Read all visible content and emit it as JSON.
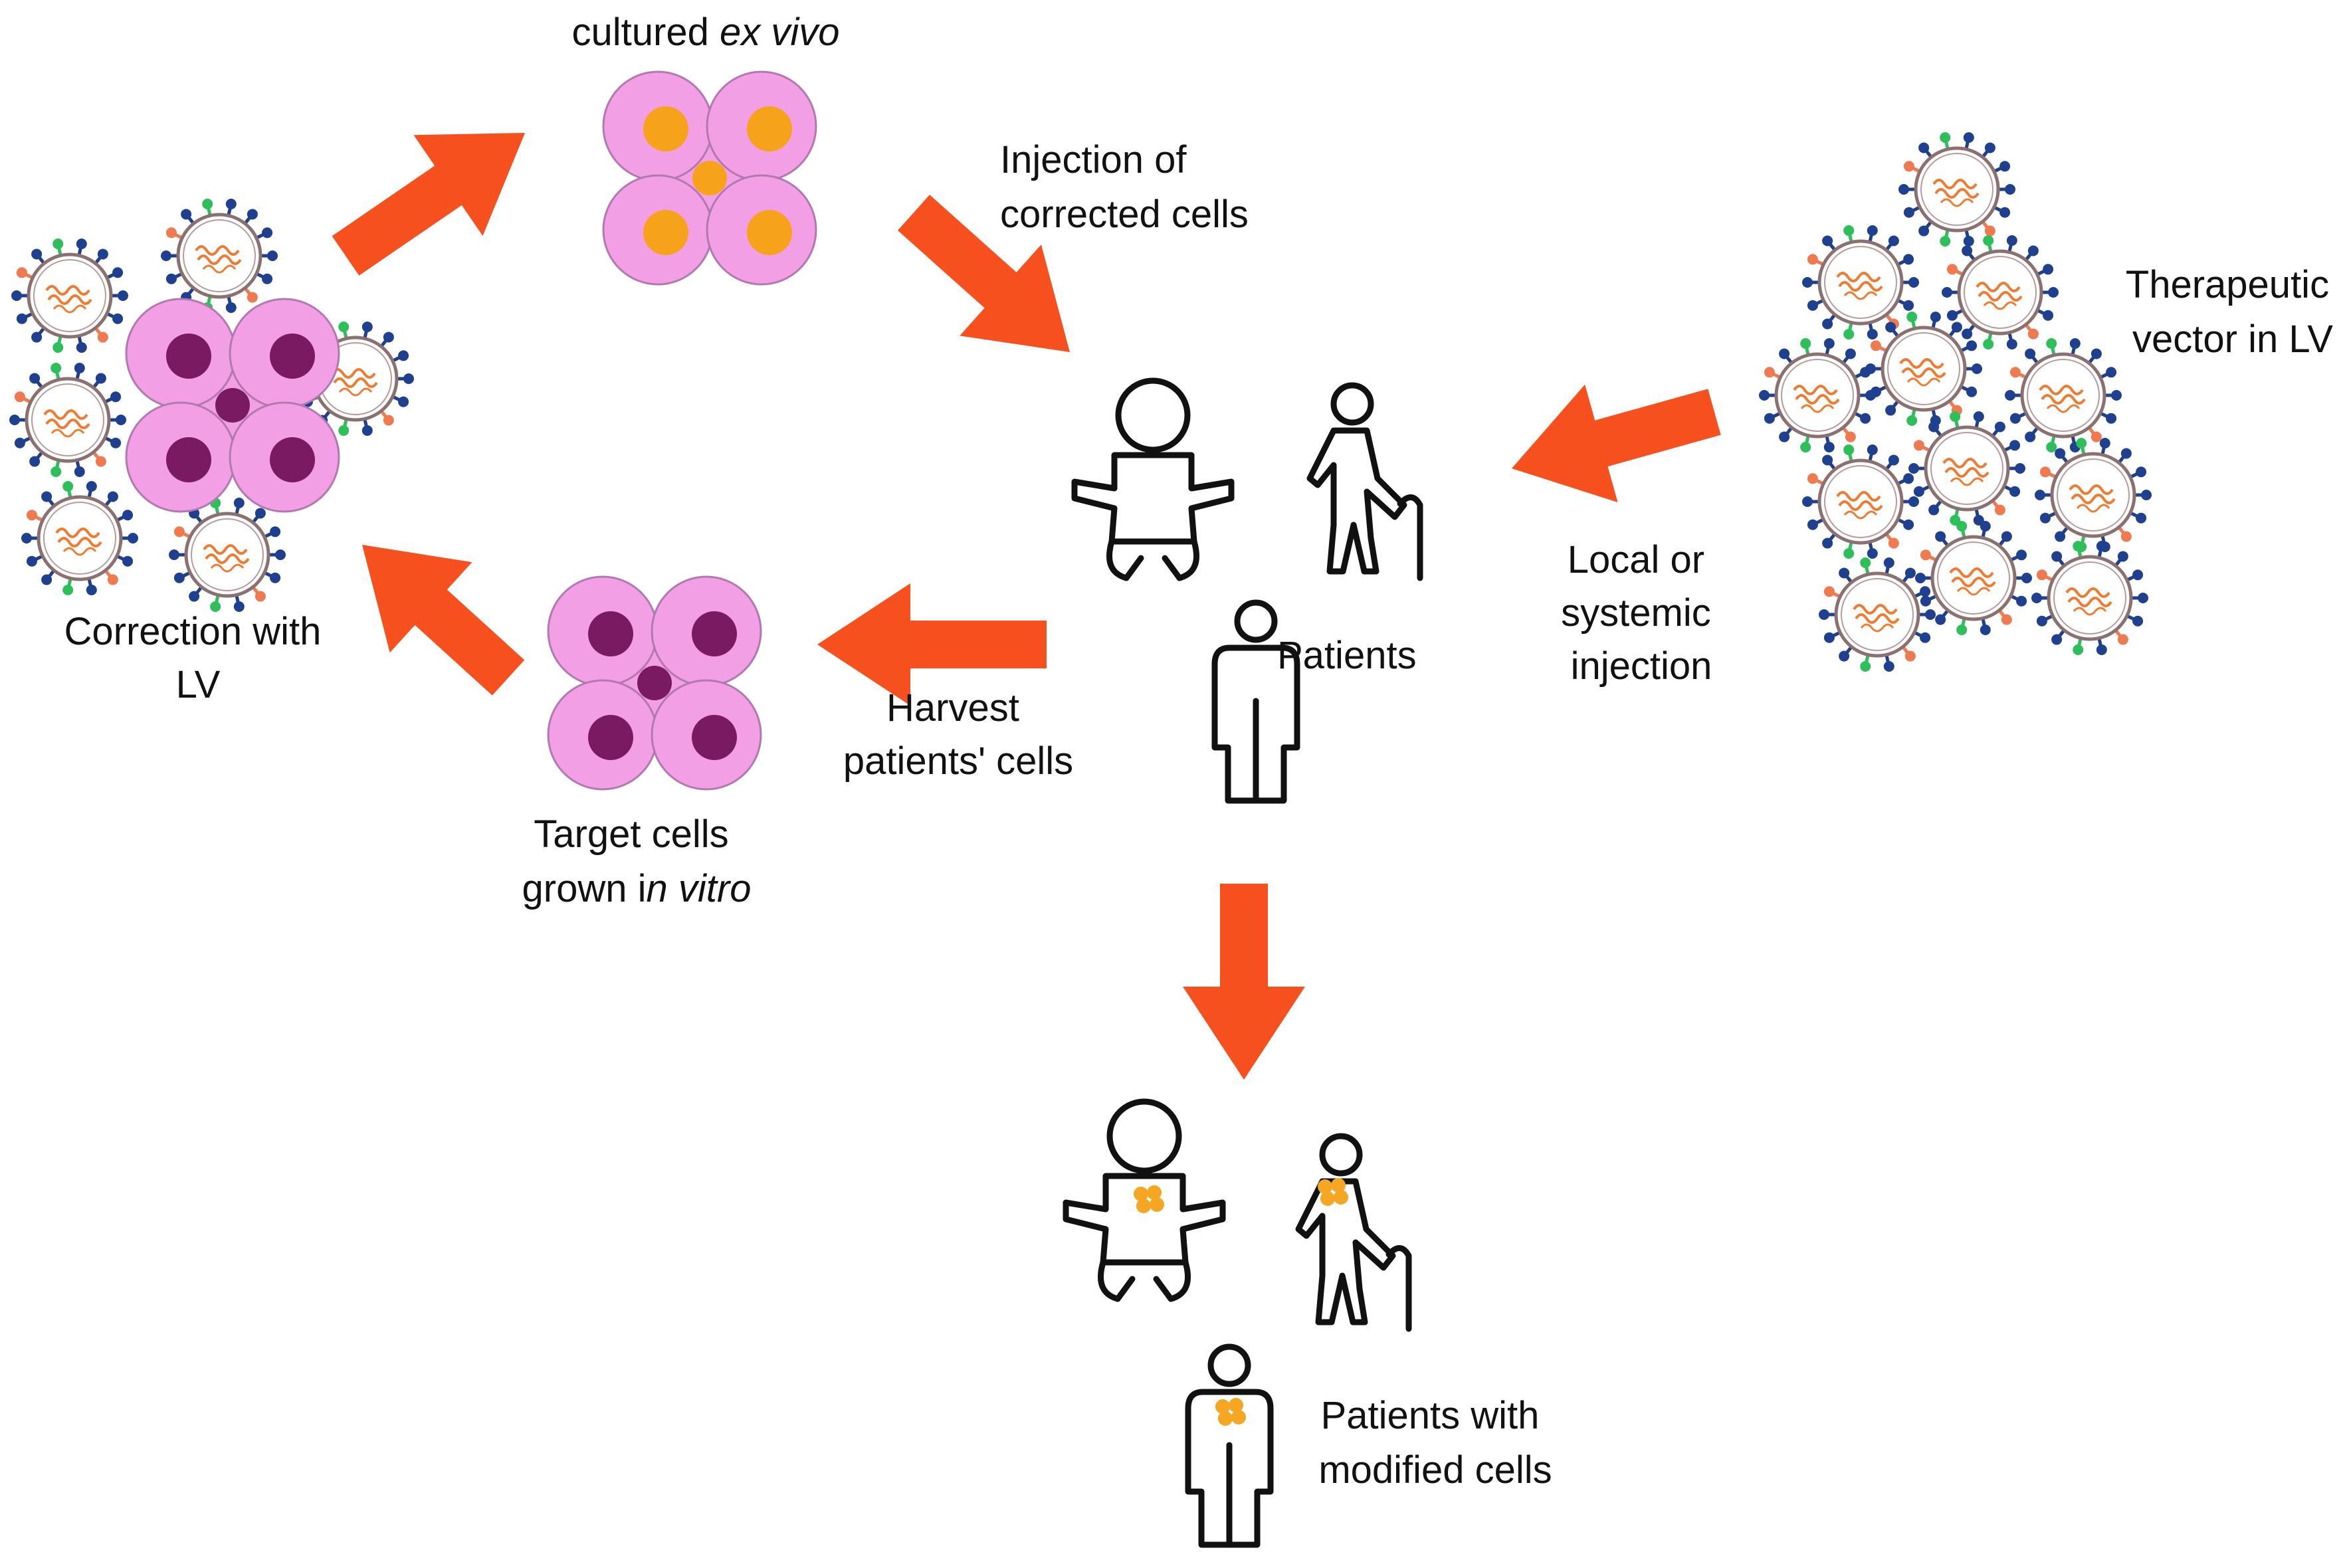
{
  "labels": {
    "ex_vivo_prefix": "cultured ",
    "ex_vivo_italic": "ex vivo",
    "injection_line1": "Injection of",
    "injection_line2": "corrected cells",
    "therapeutic_line1": "Therapeutic",
    "therapeutic_line2": "vector in LV",
    "local_line1": "Local or",
    "local_line2": "systemic",
    "local_line3": "injection",
    "patients": "Patients",
    "harvest_line1": "Harvest",
    "harvest_line2": "patients' cells",
    "target_line1": "Target cells",
    "target_line2_prefix": "grown i",
    "target_line2_italic": "n vitro",
    "correction_line1": "Correction with",
    "correction_line2": "LV",
    "modified_line1": "Patients with",
    "modified_line2": "modified cells"
  },
  "icons": [
    "arrow-icon",
    "cell-cluster-icon",
    "lentiviral-vector-icon",
    "baby-icon",
    "elderly-person-icon",
    "adult-person-icon"
  ],
  "colors": {
    "arrow": "#f5501e",
    "cell_body": "#f29fe6",
    "cell_edge": "#b07ab0",
    "nucleus_target": "#7a1a63",
    "nucleus_corrected": "#f7a21b",
    "virus_ring": "#8c6f6f",
    "virus_rna": "#f07a30",
    "spike_blue": "#1f3f8f",
    "spike_green": "#2fbf5a",
    "spike_orange": "#f07a50",
    "modified_mark": "#f5a623"
  }
}
